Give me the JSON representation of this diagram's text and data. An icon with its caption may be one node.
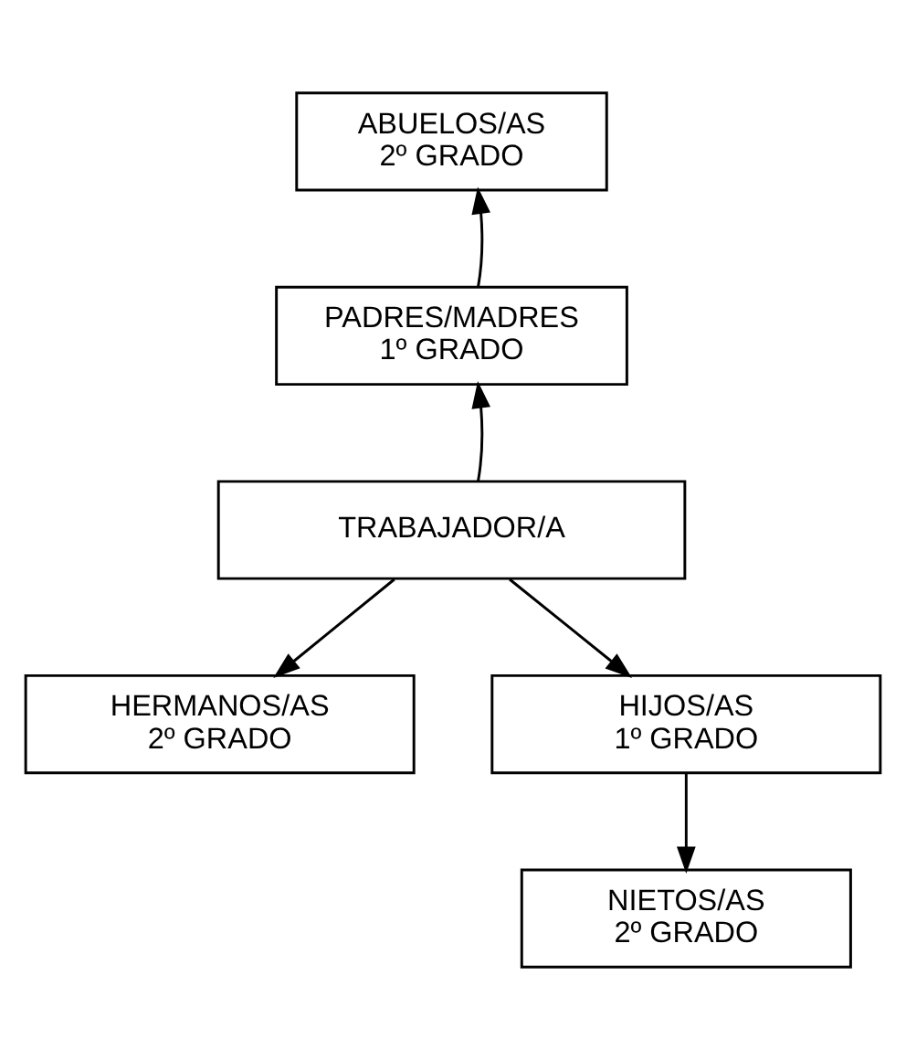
{
  "diagram": {
    "nodes": [
      {
        "text": [
          "ABUELOS/AS 2º GRADO"
        ]
      },
      {
        "text": [
          "PADRES/MADRES 1º GRADO"
        ]
      },
      {
        "text": [
          "TRABAJADOR/A"
        ]
      },
      {
        "text": [
          "HERMANOS/AS 2º GRADO"
        ]
      },
      {
        "text": [
          "HIJOS/AS 1º GRADO"
        ]
      },
      {
        "text": [
          "NIETOS/AS 2º GRADO"
        ]
      }
    ],
    "edges": [
      {
        "from": 1,
        "to": 0,
        "arrow": "to"
      },
      {
        "from": 2,
        "to": 1,
        "arrow": "to"
      },
      {
        "from": 2,
        "to": 3,
        "arrow": "to"
      },
      {
        "from": 2,
        "to": 4,
        "arrow": "to"
      },
      {
        "from": 4,
        "to": 5,
        "arrow": "to"
      }
    ]
  }
}
